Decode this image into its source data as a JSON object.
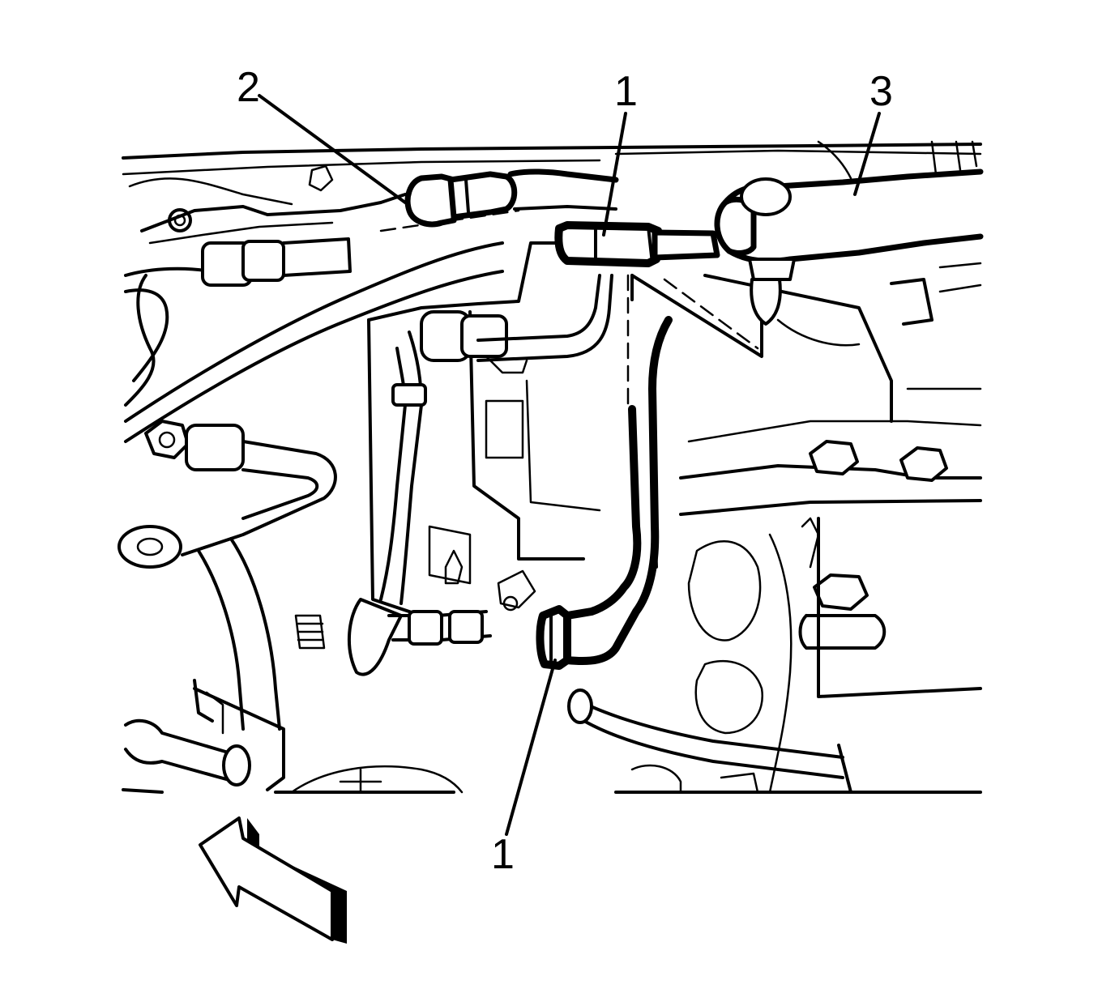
{
  "figure": {
    "callouts": [
      {
        "id": "callout-2-top-left",
        "text": "2"
      },
      {
        "id": "callout-1-top",
        "text": "1"
      },
      {
        "id": "callout-3-top-right",
        "text": "3"
      },
      {
        "id": "callout-1-bottom",
        "text": "1"
      }
    ],
    "line_color": "#000000",
    "background_color": "#ffffff"
  }
}
